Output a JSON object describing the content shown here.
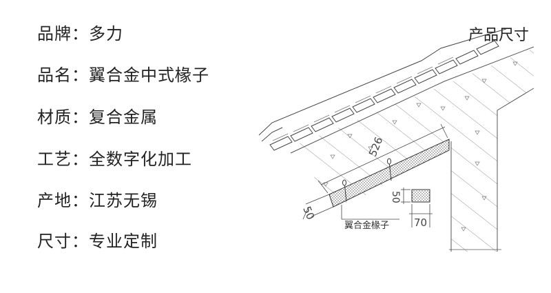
{
  "specs": [
    {
      "label": "品牌",
      "sep": "：",
      "value": "多力"
    },
    {
      "label": "品名",
      "sep": "：",
      "value": "翼合金中式椽子"
    },
    {
      "label": "材质",
      "sep": "：",
      "value": "复合金属"
    },
    {
      "label": "工艺",
      "sep": "：",
      "value": "全数字化加工"
    },
    {
      "label": "产地",
      "sep": "：",
      "value": "江苏无锡"
    },
    {
      "label": "尺寸",
      "sep": "：",
      "value": "专业定制"
    }
  ],
  "drawing": {
    "title": "产品尺寸",
    "dim_length": "526",
    "dim_height": "50",
    "dim_section_height": "50",
    "dim_section_width": "70",
    "part_label": "翼合金椽子"
  }
}
